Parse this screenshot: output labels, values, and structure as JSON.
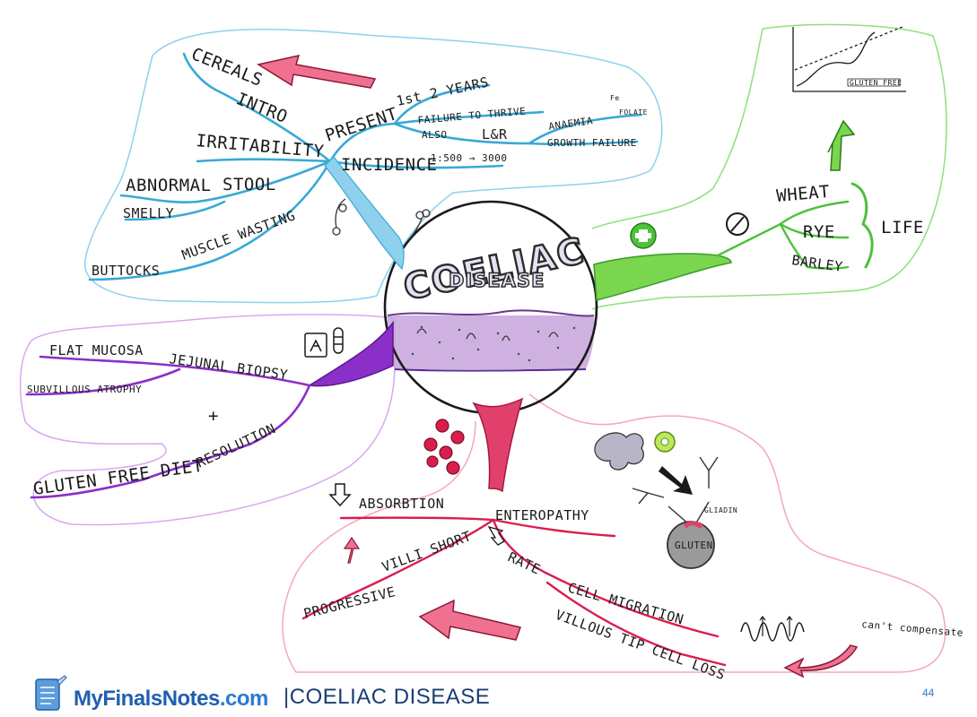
{
  "title": {
    "line1": "COELIAC",
    "line2": "DISEASE"
  },
  "intro": {
    "branch": "INTRO",
    "cereals": "CEREALS",
    "irritability": "IRRITABILITY",
    "abnormal": "ABNORMAL",
    "stool": "STOOL",
    "smelly": "SMELLY",
    "muscle_wasting": "MUSCLE WASTING",
    "buttocks": "BUTTOCKS",
    "present": "PRESENT",
    "first_2_years": "1st 2 YEARS",
    "failure_to_thrive": "FAILURE TO THRIVE",
    "anaemia": "ANAEMIA",
    "fe": "Fe",
    "folate": "FOLATE",
    "also": "ALSO",
    "l_and_r": "L&R",
    "growth_failure": "GROWTH FAILURE",
    "incidence": "INCIDENCE",
    "incidence_value": "1:500 → 3000"
  },
  "treatment": {
    "wheat": "WHEAT",
    "rye": "RYE",
    "barley": "BARLEY",
    "life": "LIFE",
    "graph_label": "GLUTEN FREE"
  },
  "diagnosis": {
    "flat_mucosa": "FLAT MUCOSA",
    "jejunal_biopsy": "JEJUNAL BIOPSY",
    "subvillous_atrophy": "SUBVILLOUS ATROPHY",
    "plus": "+",
    "resolution": "RESOLUTION",
    "gluten_free_diet": "GLUTEN FREE DIET"
  },
  "pathology": {
    "absorption": "ABSORBTION",
    "enteropathy": "ENTEROPATHY",
    "villi_short": "VILLI SHORT",
    "progressive": "PROGRESSIVE",
    "rate": "RATE",
    "cell_migration": "CELL MIGRATION",
    "villous_tip_cell_loss": "VILLOUS TIP CELL LOSS",
    "cant_compensate": "can't compensate",
    "gliadin": "GLIADIN",
    "gluten": "GLUTEN"
  },
  "footer": {
    "logo_main": "MyFinalsNotes",
    "logo_suffix": ".com",
    "title": "|COELIAC DISEASE",
    "page": "44"
  },
  "colors": {
    "intro": "#38a9d6",
    "treatment": "#4cc23a",
    "diagnosis": "#8b2fc9",
    "pathology": "#d91e4e",
    "footer_blue": "#1f5fb0"
  },
  "icons": [
    "plus-icon",
    "no-entry-icon",
    "up-arrow-icon",
    "left-arrow-icon",
    "scope-icon",
    "test-tube-icon",
    "microbe-icon",
    "antibody-icon",
    "squiggle-icon",
    "graph-icon"
  ]
}
